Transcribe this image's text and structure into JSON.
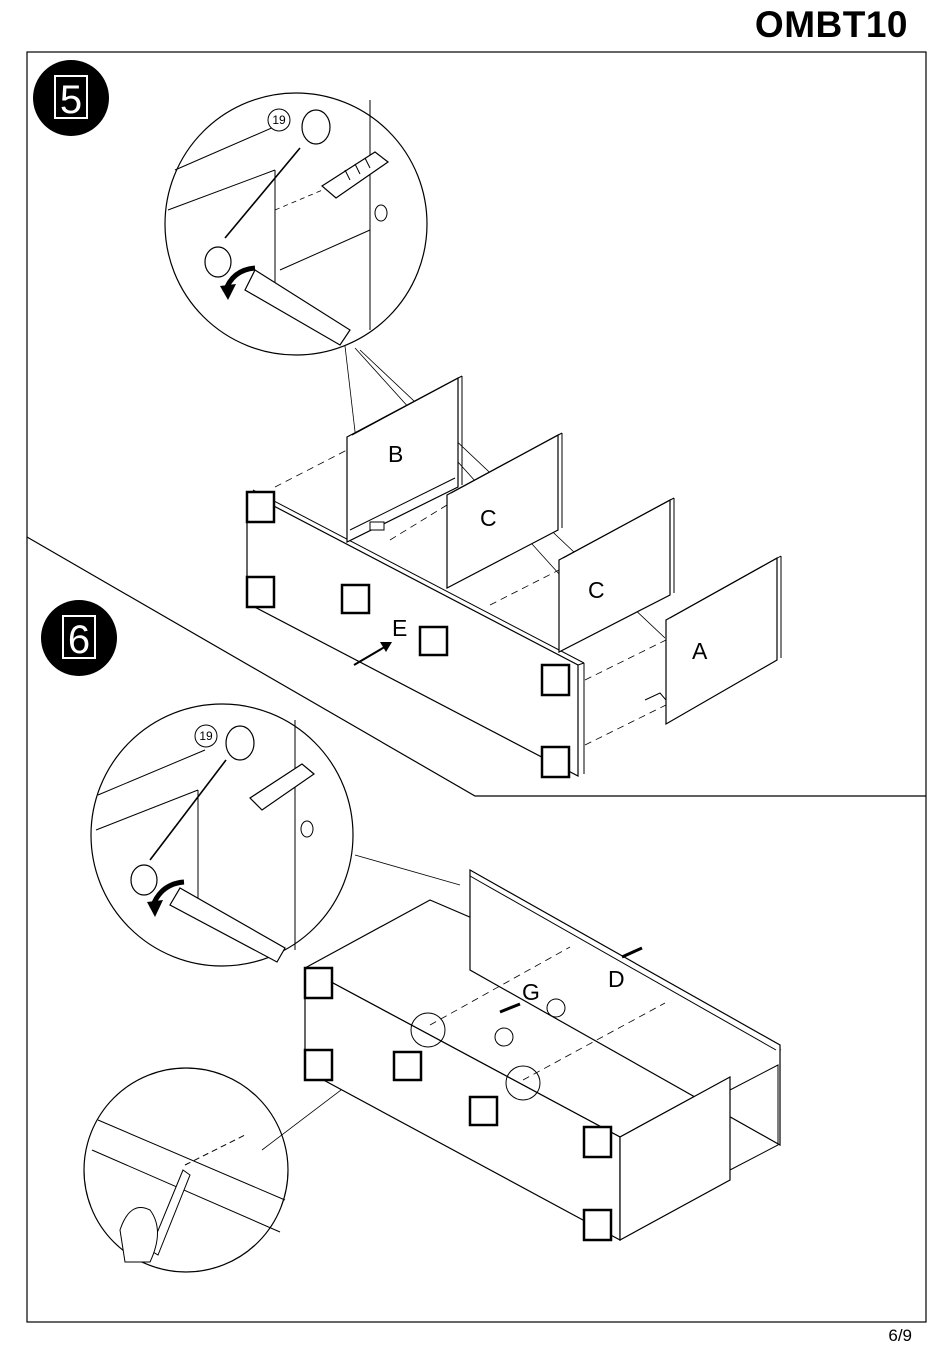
{
  "header": {
    "model_code": "OMBT10"
  },
  "steps": [
    {
      "number": "5",
      "part_callout": "19",
      "labels": {
        "b": "B",
        "c1": "C",
        "c2": "C",
        "a": "A",
        "e": "E"
      }
    },
    {
      "number": "6",
      "part_callout": "19",
      "labels": {
        "g": "G",
        "d": "D"
      }
    }
  ],
  "footer": {
    "page": "6/9"
  }
}
